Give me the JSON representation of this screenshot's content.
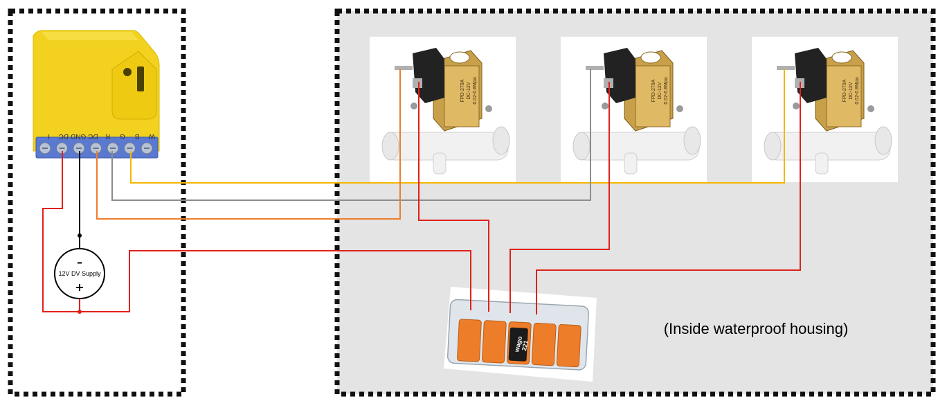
{
  "controller": {
    "terminals": [
      "I",
      "DC",
      "GND",
      "DC",
      "R",
      "G",
      "B",
      "W"
    ]
  },
  "power_supply": {
    "label": "12V DV Supply",
    "minus_sign": "–",
    "plus_sign": "+"
  },
  "valves": [
    {
      "model": "FPD-270A",
      "voltage": "DC-12V",
      "pressure": "0.02-0.8Mpa"
    },
    {
      "model": "FPD-270A",
      "voltage": "DC-12V",
      "pressure": "0.02-0.8Mpa"
    },
    {
      "model": "FPD-270A",
      "voltage": "DC-12V",
      "pressure": "0.02-0.8Mpa"
    }
  ],
  "wago": {
    "brand": "wago",
    "model": "221"
  },
  "housing": {
    "note": "(Inside waterproof housing)"
  },
  "colors": {
    "controller_body": "#f2d21f",
    "terminal_block": "#5b79d0",
    "housing_fill": "#e4e4e4",
    "wire_red": "#e0201b",
    "wire_black": "#000000",
    "wire_yellow": "#f2b705",
    "wire_gray": "#8c8c8c",
    "wire_orange": "#ee7d2a",
    "border_dash": "#111111"
  }
}
